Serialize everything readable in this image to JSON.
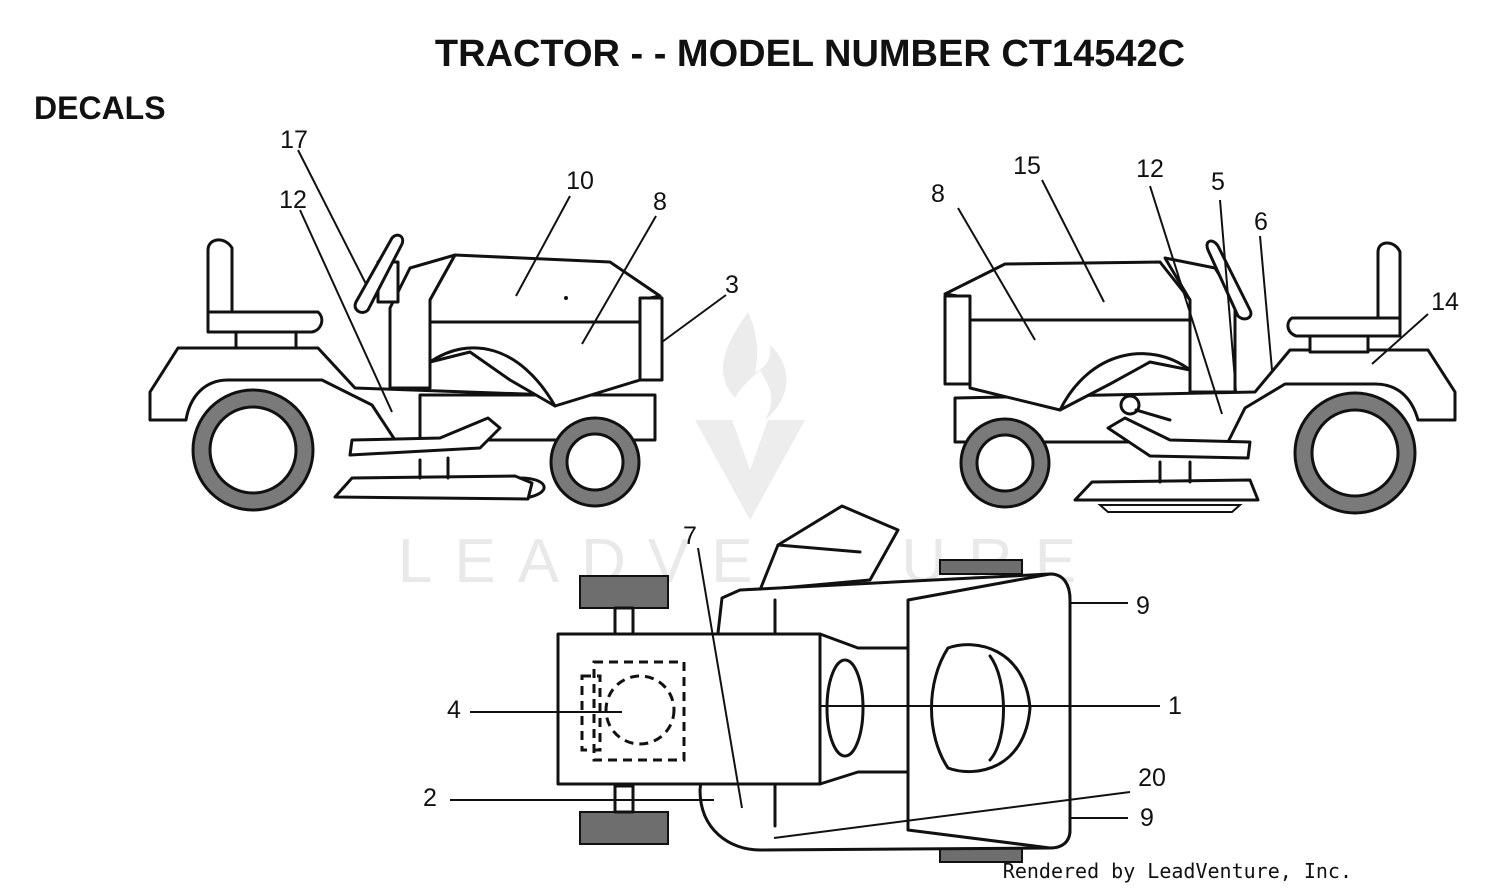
{
  "title": "TRACTOR - - MODEL NUMBER CT14542C",
  "section": "DECALS",
  "watermark": "LEADVENTURE",
  "credit": "Rendered by LeadVenture, Inc.",
  "callouts": {
    "left_view": [
      "17",
      "12",
      "10",
      "8",
      "3"
    ],
    "right_view": [
      "8",
      "15",
      "12",
      "5",
      "6",
      "14"
    ],
    "top_view": [
      "7",
      "9",
      "4",
      "1",
      "20",
      "2",
      "9"
    ]
  },
  "colors": {
    "ink": "#111111",
    "tire": "#7a7a7a",
    "watermark": "#e9e9e9"
  }
}
